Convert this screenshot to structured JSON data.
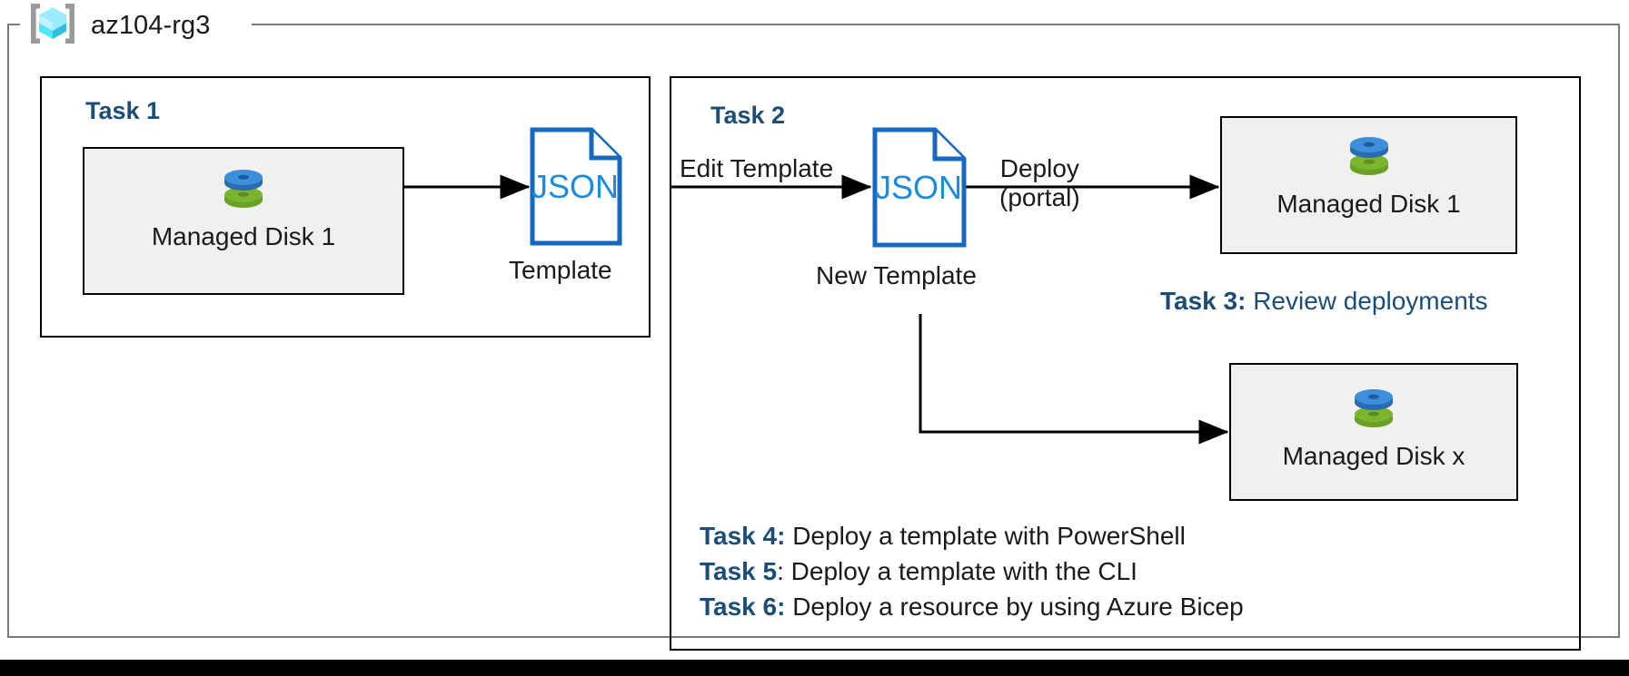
{
  "resource_group": {
    "icon": "azure-resource-group-cube-icon",
    "name": "az104-rg3"
  },
  "groups": [
    {
      "id": "task1",
      "heading": "Task 1"
    },
    {
      "id": "task2",
      "heading": "Task 2"
    }
  ],
  "resources": [
    {
      "id": "disk1",
      "icon": "managed-disk-icon",
      "label": "Managed Disk 1"
    },
    {
      "id": "disk1b",
      "icon": "managed-disk-icon",
      "label": "Managed Disk 1"
    },
    {
      "id": "diskx",
      "icon": "managed-disk-icon",
      "label": "Managed Disk x"
    }
  ],
  "templates": [
    {
      "id": "tpl1",
      "icon": "json-file-icon",
      "file_type": "JSON",
      "caption": "Template"
    },
    {
      "id": "tpl2",
      "icon": "json-file-icon",
      "file_type": "JSON",
      "caption": "New Template"
    }
  ],
  "edges": [
    {
      "id": "export",
      "label": ""
    },
    {
      "id": "edit",
      "label": "Edit Template"
    },
    {
      "id": "deploy",
      "label_line1": "Deploy",
      "label_line2": "(portal)"
    },
    {
      "id": "deploy_alt",
      "label": ""
    }
  ],
  "notes": [
    {
      "id": "task3",
      "tag": "Task 3:",
      "body": " Review deployments"
    },
    {
      "id": "task4",
      "tag": "Task 4:",
      "body": " Deploy a template with PowerShell"
    },
    {
      "id": "task5",
      "tag": "Task 5",
      "body": ": Deploy a template with the CLI"
    },
    {
      "id": "task6",
      "tag": "Task 6:",
      "body": " Deploy a resource by using Azure Bicep"
    }
  ],
  "colors": {
    "azure_blue": "#1b6ec2",
    "heading_navy": "#1b4d77",
    "json_outline": "#1668c1",
    "disk_blue": "#3d8fdb",
    "disk_green": "#7ab52d",
    "rg_border": "#7a7a7a",
    "box_fill": "#f0f0f0",
    "line_black": "#000000",
    "cube_cyan": "#50e6ff"
  }
}
